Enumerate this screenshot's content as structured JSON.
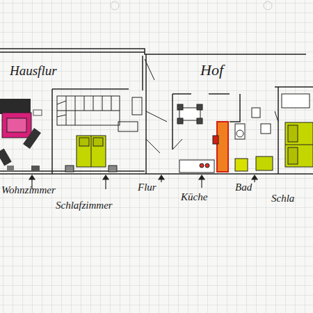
{
  "diagram": {
    "labels": [
      "Hausflur",
      "Hof",
      "Wohnzimmer",
      "Schlafzimmer",
      "Flur",
      "Küche",
      "Bad",
      "Schla"
    ]
  }
}
